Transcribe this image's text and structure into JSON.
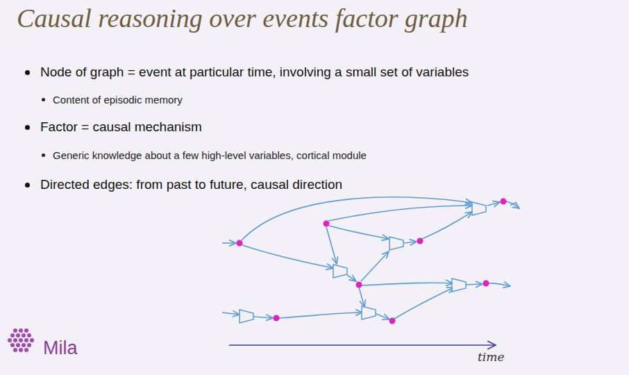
{
  "diagram": {
    "title": "Causal reasoning over events factor graph",
    "labels": [
      "Node of graph = event at particular time, involving a small set of variables",
      "Content of episodic memory",
      "Factor = causal mechanism",
      "Generic knowledge about a few high-level variables, cortical module",
      "Directed edges: from past to future, causal direction",
      "Mila",
      "time"
    ]
  }
}
